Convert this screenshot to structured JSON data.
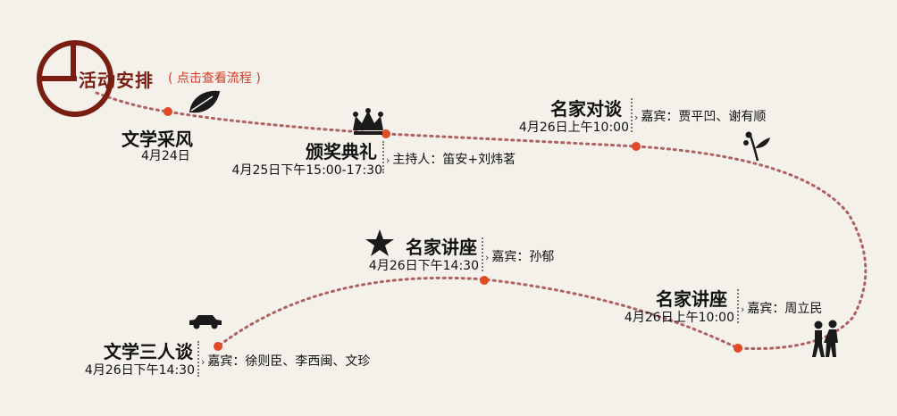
{
  "header": {
    "title": "活动安排",
    "link_label": "( 点击查看流程 )"
  },
  "colors": {
    "brand": "#7a1e14",
    "dot": "#e04a26",
    "path": "#b06060",
    "link": "#d43a2a",
    "icon": "#1a1a1a"
  },
  "events": [
    {
      "title": "文学采风",
      "date": "4月24日",
      "note": ""
    },
    {
      "title": "颁奖典礼",
      "date": "4月25日下午15:00-17:30",
      "note": "主持人：笛安+刘炜茗"
    },
    {
      "title": "名家对谈",
      "date": "4月26日上午10:00",
      "note": "嘉宾：贾平凹、谢有顺"
    },
    {
      "title": "名家讲座",
      "date": "4月26日上午10:00",
      "note": "嘉宾：周立民"
    },
    {
      "title": "名家讲座",
      "date": "4月26日下午14:30",
      "note": "嘉宾：孙郁"
    },
    {
      "title": "文学三人谈",
      "date": "4月26日下午14:30",
      "note": "嘉宾：徐则臣、李西闽、文珍"
    }
  ],
  "icons": [
    "leaf-icon",
    "crown-icon",
    "sprout-icon",
    "walking-people-icon",
    "star-icon",
    "car-icon",
    "clock-logo-icon"
  ]
}
